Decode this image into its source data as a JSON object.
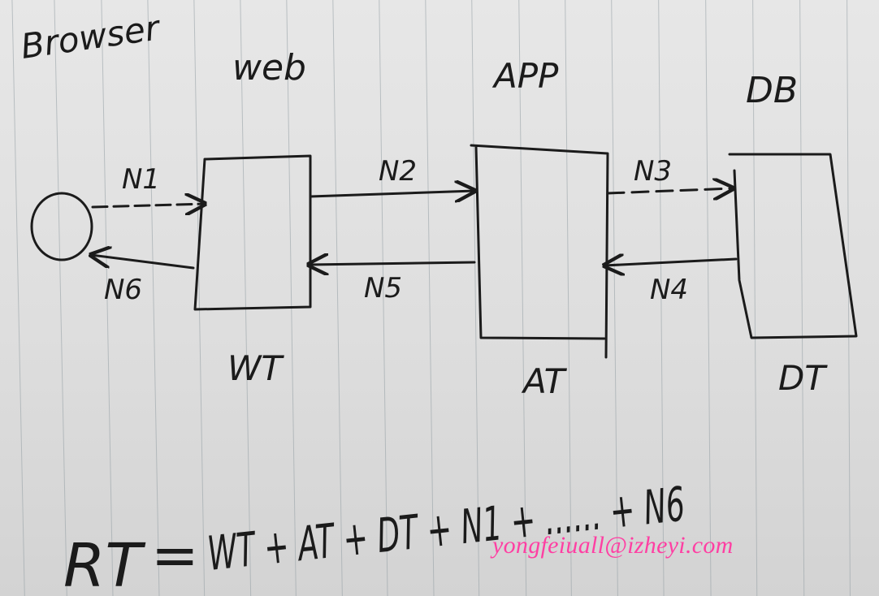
{
  "labels": {
    "browser": "Browser",
    "web": "web",
    "app": "APP",
    "db": "DB",
    "n1": "N1",
    "n2": "N2",
    "n3": "N3",
    "n4": "N4",
    "n5": "N5",
    "n6": "N6",
    "wt": "WT",
    "at": "AT",
    "dt": "DT"
  },
  "formula": {
    "lhs": "RT",
    "eq": "=",
    "rhs": "WT + AT + DT + N1 + ...... + N6"
  },
  "watermark": "yongfeiuall@izheyi.com",
  "colors": {
    "ink": "#1b1b1b",
    "watermark": "#ff3fa3",
    "paper": "#e2e2e2",
    "rule": "#9aa3a8"
  }
}
